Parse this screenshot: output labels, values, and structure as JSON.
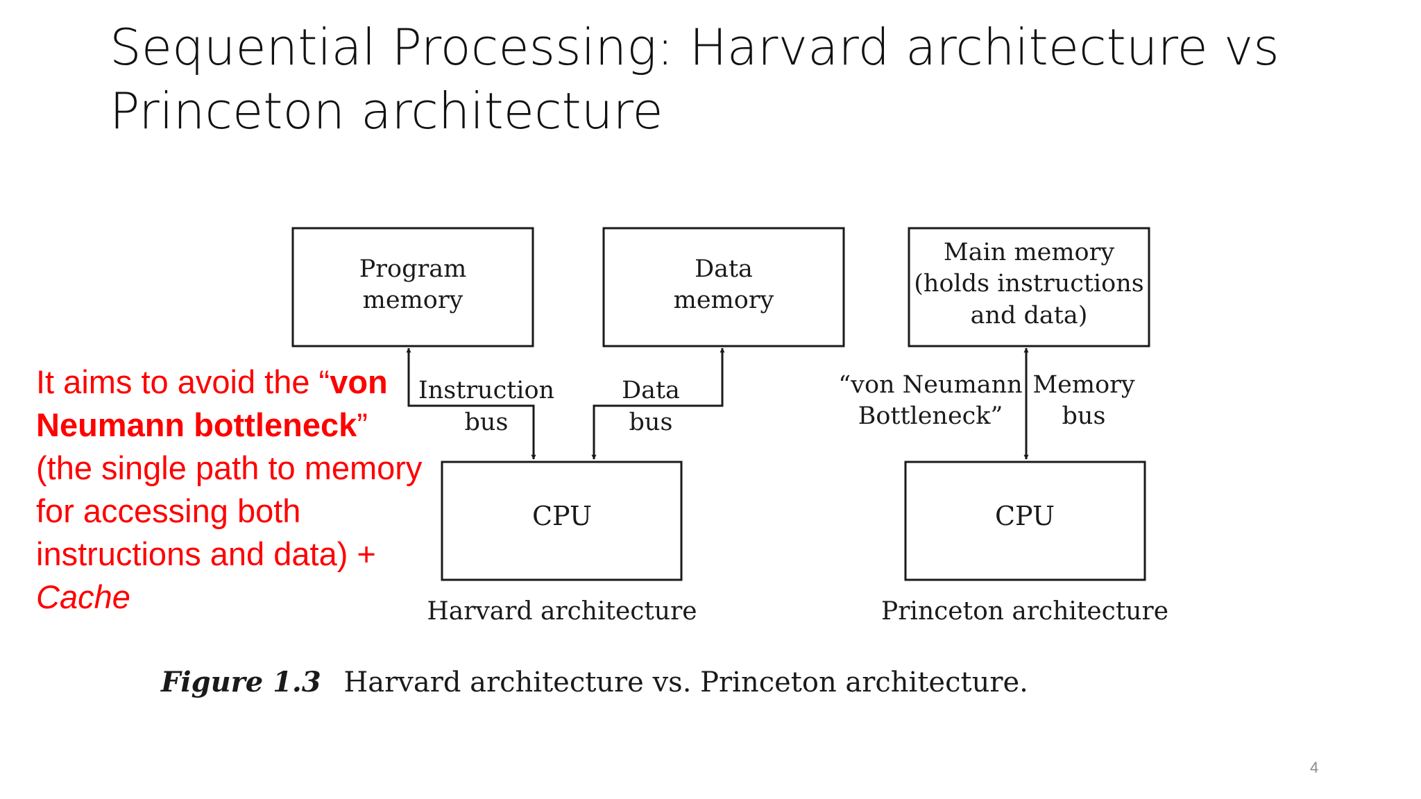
{
  "slide": {
    "title_line1": "Sequential Processing: Harvard architecture vs",
    "title_line2": "Princeton architecture",
    "page_number": "4"
  },
  "note": {
    "part1": "It aims to avoid the “",
    "bold": "von Neumann bottleneck",
    "part2": "” (the single path to memory for accessing both instructions and data) + ",
    "italic": "Cache",
    "color": "#ff0000"
  },
  "figure": {
    "harvard": {
      "program_memory": [
        "Program",
        "memory"
      ],
      "data_memory": [
        "Data",
        "memory"
      ],
      "instruction_bus": [
        "Instruction",
        "bus"
      ],
      "data_bus": [
        "Data",
        "bus"
      ],
      "cpu": "CPU",
      "caption": "Harvard architecture"
    },
    "princeton": {
      "main_memory": [
        "Main memory",
        "(holds instructions",
        "and data)"
      ],
      "bottleneck": [
        "“von Neumann",
        "Bottleneck”"
      ],
      "memory_bus": [
        "Memory",
        "bus"
      ],
      "cpu": "CPU",
      "caption": "Princeton architecture"
    },
    "caption_label": "Figure 1.3",
    "caption_text": "Harvard architecture vs. Princeton architecture."
  }
}
